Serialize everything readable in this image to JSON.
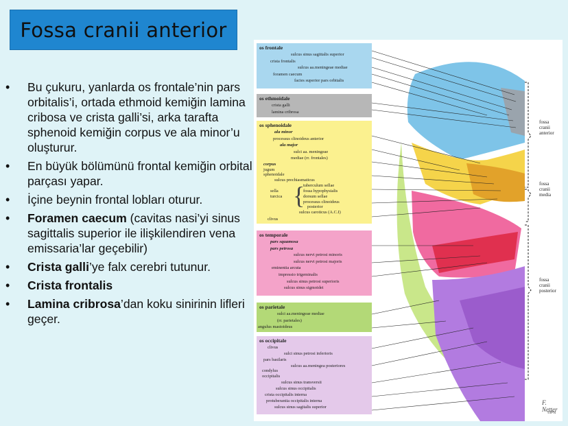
{
  "title": "Fossa cranii anterior",
  "bullets": [
    {
      "bold": "",
      "text": "Bu çukuru, yanlarda os frontale’nin pars orbitalis’i, ortada ethmoid kemiğin lamina cribosa ve crista galli’si, arka tarafta sphenoid kemiğin corpus ve ala minor’u oluşturur."
    },
    {
      "bold": "",
      "text": "En büyük bölümünü frontal kemiğin orbital parçası yapar."
    },
    {
      "bold": "",
      "text": "İçine beynin frontal lobları oturur."
    },
    {
      "bold": "Foramen caecum",
      "text": " (cavitas nasi’yi sinus sagittalis superior ile ilişkilendiren vena emissaria’lar geçebilir)"
    },
    {
      "bold": "Crista galli",
      "text": "’ye falx cerebri tutunur."
    },
    {
      "bold": "Crista frontalis",
      "text": ""
    },
    {
      "bold": "Lamina cribrosa",
      "text": "’dan koku sinirinin lifleri geçer."
    }
  ],
  "figure": {
    "frontale": {
      "head": "os frontale",
      "items": [
        "sulcus sinus sagittalis superior",
        "crista frontalis",
        "sulcus aa.meningeae mediae",
        "foramen caecum",
        "facies superior pars orbitalis"
      ]
    },
    "ethmoidale": {
      "head": "os ethmoidale",
      "items": [
        "crista galli",
        "lamina cribrosa"
      ]
    },
    "sphenoidale": {
      "head": "os sphenoidale",
      "ala_minor": "ala minor",
      "ala_minor_items": [
        "processus clinoideus anterior"
      ],
      "ala_major": "ala major",
      "ala_major_items": [
        "sulci aa. meningeae",
        "mediae (rr. frontales)"
      ],
      "corpus": "corpus",
      "corpus_items": [
        "jugum",
        "sphenoidale"
      ],
      "sulcus_prechiasmaticus": "sulcus prechiasmaticus",
      "sella": [
        "sella",
        "turcica"
      ],
      "sella_items": [
        "tuberculum sellae",
        "fossa hypophysialis",
        "dorsum sellae",
        "processus clinoideus",
        "posterior"
      ],
      "sulcus_caroticus": "sulcus caroticus (A.C.I)",
      "clivus": "clivus"
    },
    "temporale": {
      "head": "os temporale",
      "pars_squamosa": "pars squamosa",
      "pars_petrosa": "pars petrosa",
      "items": [
        "sulcus nervi petrosi minoris",
        "sulcus nervi petrosi majoris",
        "eminentia arcuta",
        "impressio trigeminalis",
        "sulcus sinus petrosi superioris",
        "sulcus sinus sigmoidei"
      ]
    },
    "parietale": {
      "head": "os parietale",
      "items": [
        "sulci aa.meningeae mediae",
        "(rr. parietales)",
        "angulus mastoideus"
      ]
    },
    "occipitale": {
      "head": "os occipitale",
      "items": [
        "clivus",
        "sulci sinus petrosi inferioris",
        "pars basilaris",
        "sulcus aa.meningea posteriores",
        "condylus",
        "occipitalis",
        "sulcus sinus transversii",
        "sulcus sinus occipitalis",
        "crista occipitalis interna",
        "protuberantia occipitalis interna",
        "sulcus sinus sagitalis superior"
      ]
    },
    "fossae": {
      "anterior": [
        "fossa",
        "cranii",
        "anterior"
      ],
      "media": [
        "fossa",
        "cranii",
        "media"
      ],
      "posterior": [
        "fossa",
        "cranii",
        "posterior"
      ]
    },
    "signature": "F. Netter",
    "copyright": "©IPN"
  },
  "colors": {
    "background": "#dff3f7",
    "title_box": "#1f86d0",
    "frontale": "#a9d7ef",
    "ethmoidale": "#b7b7b7",
    "sphenoidale": "#fbf18f",
    "temporale": "#f4a3c9",
    "parietale": "#b3d977",
    "occipitale": "#e4c9ea"
  }
}
